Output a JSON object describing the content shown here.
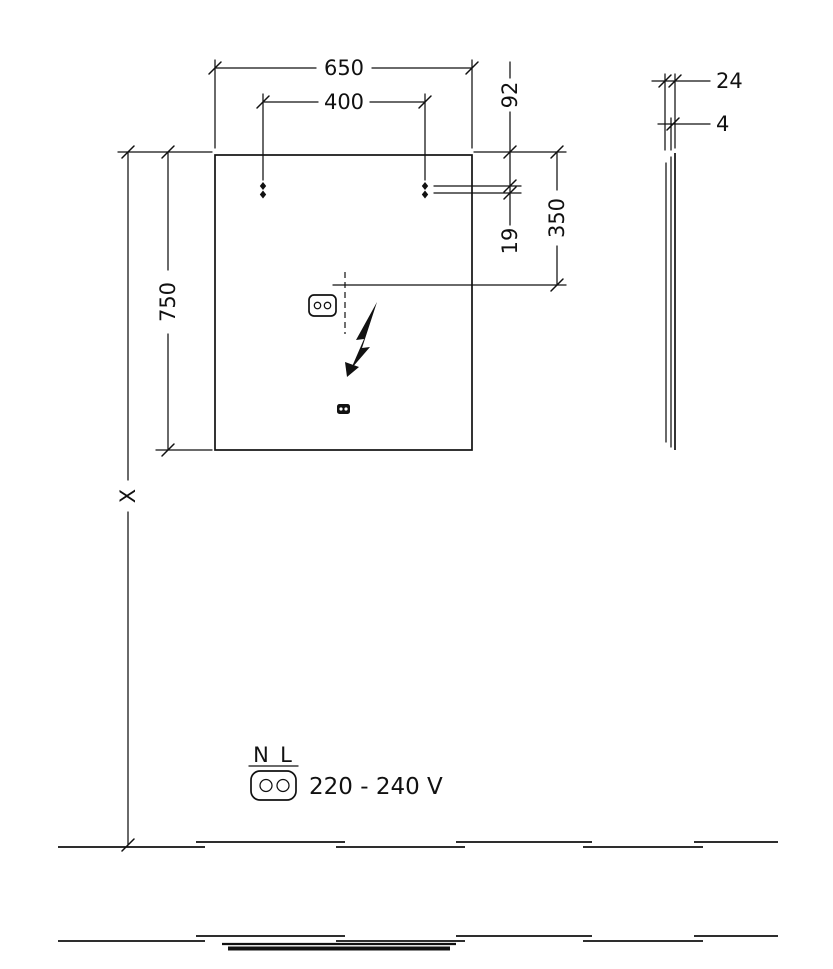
{
  "diagram": {
    "type": "technical-installation-drawing",
    "front_view": {
      "dim_width": "650",
      "dim_mount_spacing": "400",
      "dim_top_to_hook": "92",
      "dim_hook_gap": "19",
      "dim_top_to_connection": "350",
      "dim_height": "750",
      "dim_floor_distance": "X"
    },
    "side_view": {
      "dim_depth": "24",
      "dim_glass": "4"
    },
    "electrical": {
      "neutral": "N",
      "line": "L",
      "voltage": "220 - 240 V"
    }
  }
}
